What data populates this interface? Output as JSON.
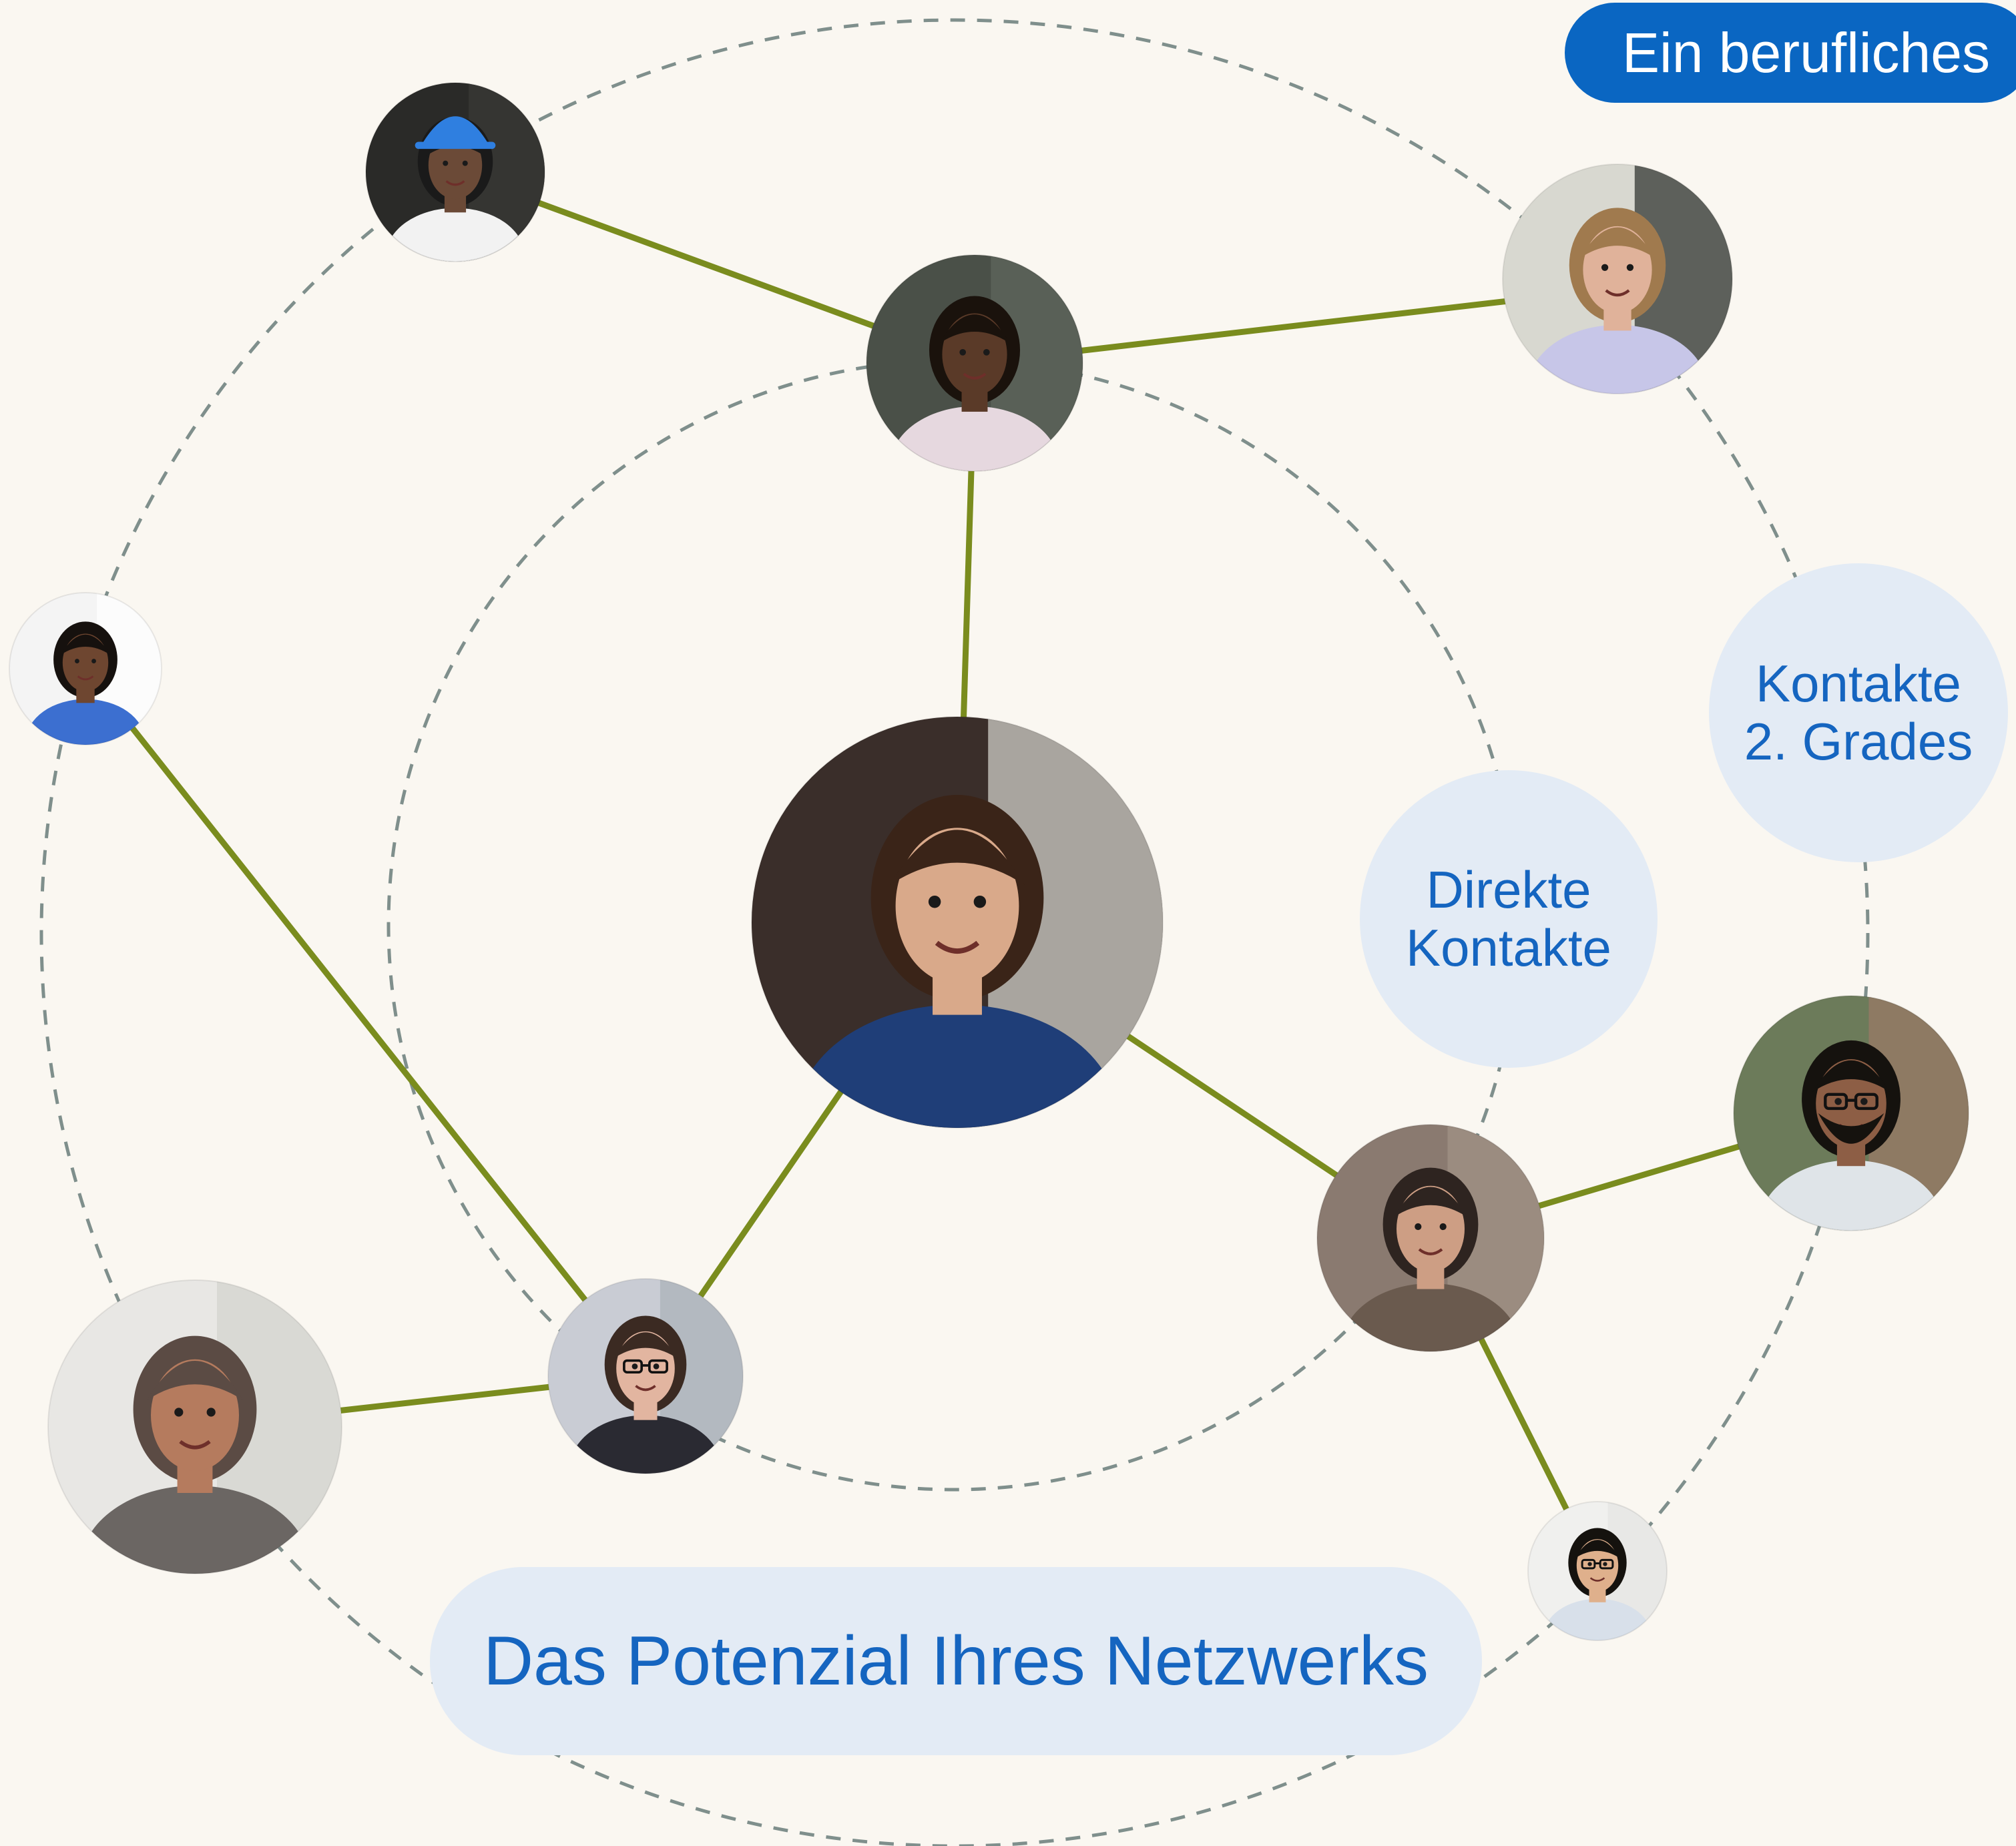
{
  "header_tag": "Ein berufliches",
  "labels": {
    "direct": "Direkte\nKontakte",
    "second": "Kontakte\n2. Grades",
    "network": "Das Potenzial Ihres Netzwerks"
  },
  "colors": {
    "background": "#faf7f1",
    "link": "#7a8c1e",
    "ring": "#7f8f8c",
    "accent_blue": "#0a66c2",
    "label_text": "#1565c0",
    "label_bg": "#e3ebf5"
  },
  "people": [
    {
      "id": "center",
      "name": "center-person",
      "skin": "#d9a98a",
      "hair": "#3a2418",
      "shirt": "#1f3e78",
      "bg": "#3a2e2a",
      "bg2": "#d8d8d2"
    },
    {
      "id": "hardhat",
      "name": "hardhat-worker",
      "skin": "#6b4a37",
      "hair": "#1a1a1a",
      "shirt": "#f2f2f2",
      "bg": "#2a2a28",
      "bg2": "#3a3a36",
      "hat": "#2f7fe0"
    },
    {
      "id": "braids",
      "name": "woman-with-braids",
      "skin": "#5a3a28",
      "hair": "#1a120c",
      "shirt": "#e6d8df",
      "bg": "#4a5048",
      "bg2": "#5f665e"
    },
    {
      "id": "blond",
      "name": "blond-man",
      "skin": "#e0b29a",
      "hair": "#a07a4e",
      "shirt": "#c7c6e8",
      "bg": "#d8d8d0",
      "bg2": "#2a2e2a"
    },
    {
      "id": "curly",
      "name": "woman-curly-hair",
      "skin": "#6e4630",
      "hair": "#16110e",
      "shirt": "#3c6fd0",
      "bg": "#f4f4f4",
      "bg2": "#ffffff"
    },
    {
      "id": "glasses",
      "name": "man-with-glasses",
      "skin": "#e2b5a0",
      "hair": "#3b2a22",
      "shirt": "#2a2a32",
      "bg": "#c9ccd4",
      "bg2": "#a9b0b8"
    },
    {
      "id": "smiling",
      "name": "smiling-woman",
      "skin": "#b57b5e",
      "hair": "#5b4b44",
      "shirt": "#6b6663",
      "bg": "#e8e7e4",
      "bg2": "#d3d3cd"
    },
    {
      "id": "longhair",
      "name": "woman-long-hair",
      "skin": "#cd9e84",
      "hair": "#2e2420",
      "shirt": "#6a5a4e",
      "bg": "#8a7a70",
      "bg2": "#a29488"
    },
    {
      "id": "bearded",
      "name": "bearded-man",
      "skin": "#8d5e45",
      "hair": "#15120e",
      "shirt": "#dfe4e8",
      "bg": "#6c7b5a",
      "bg2": "#9c7a66"
    },
    {
      "id": "youngman",
      "name": "young-man-glasses",
      "skin": "#dfb08c",
      "hair": "#15120e",
      "shirt": "#d8e0ea",
      "bg": "#f0f0ee",
      "bg2": "#e4e4e2"
    }
  ]
}
